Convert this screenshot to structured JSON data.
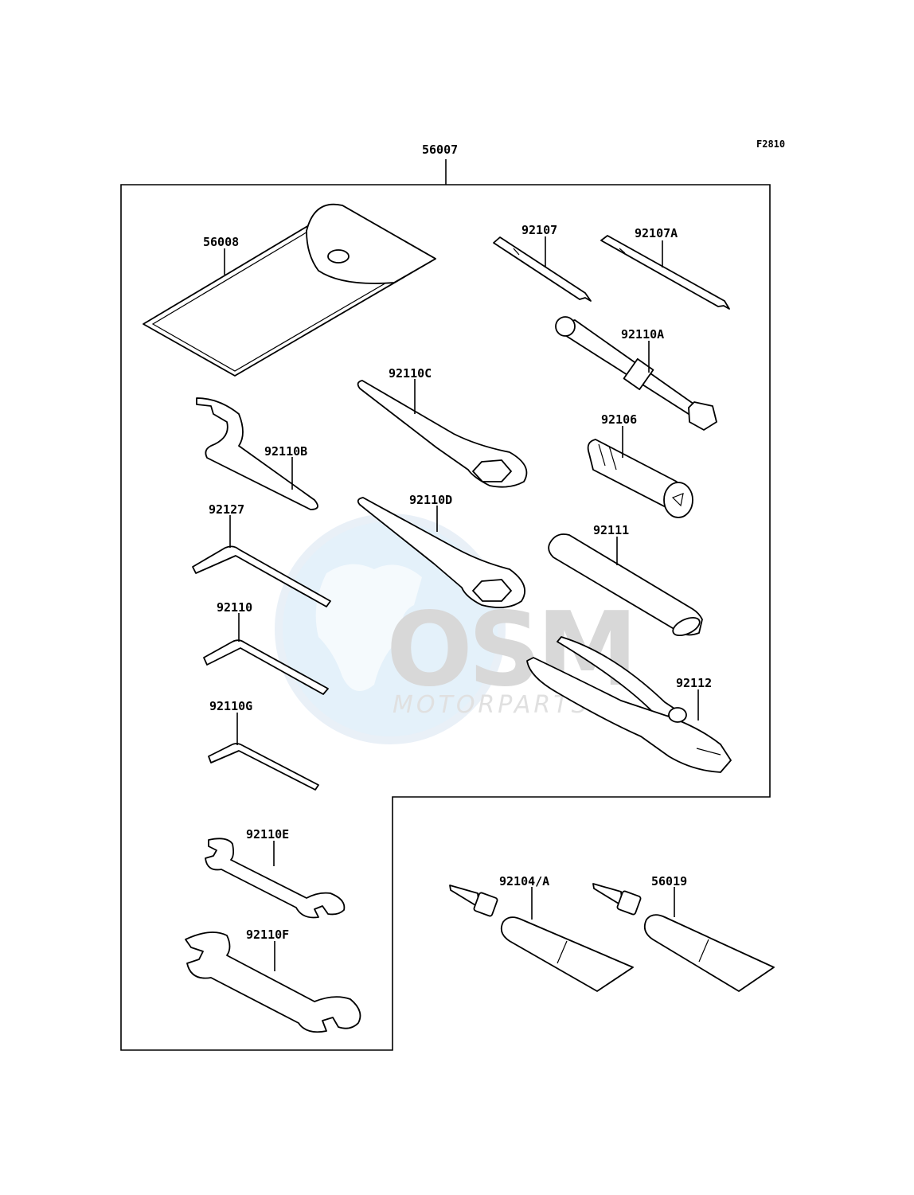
{
  "figure_code": "F2810",
  "parent_part": "56007",
  "parts": {
    "p56008": "56008",
    "p92107": "92107",
    "p92107A": "92107A",
    "p92110A": "92110A",
    "p92110C": "92110C",
    "p92106": "92106",
    "p92110B": "92110B",
    "p92110D": "92110D",
    "p92127": "92127",
    "p92111": "92111",
    "p92110": "92110",
    "p92112": "92112",
    "p92110G": "92110G",
    "p92110E": "92110E",
    "p92110F": "92110F",
    "p92104A": "92104/A",
    "p56019": "56019"
  },
  "watermark": {
    "logo": "OSM",
    "text": "MOTORPARTS"
  }
}
